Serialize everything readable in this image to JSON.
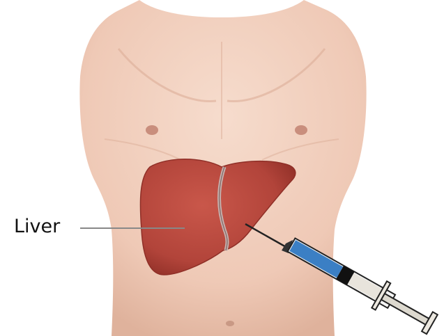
{
  "labels": {
    "liver": "Liver"
  },
  "colors": {
    "skin": "#efc9b6",
    "skin_shadow": "#d9a893",
    "liver": "#b8463a",
    "liver_dark": "#8f2f27",
    "syringe_fluid": "#3b7fc4",
    "leader_line": "#888888"
  },
  "icons": {
    "body": "torso-illustration",
    "organ": "liver-illustration",
    "tool": "syringe-icon"
  }
}
